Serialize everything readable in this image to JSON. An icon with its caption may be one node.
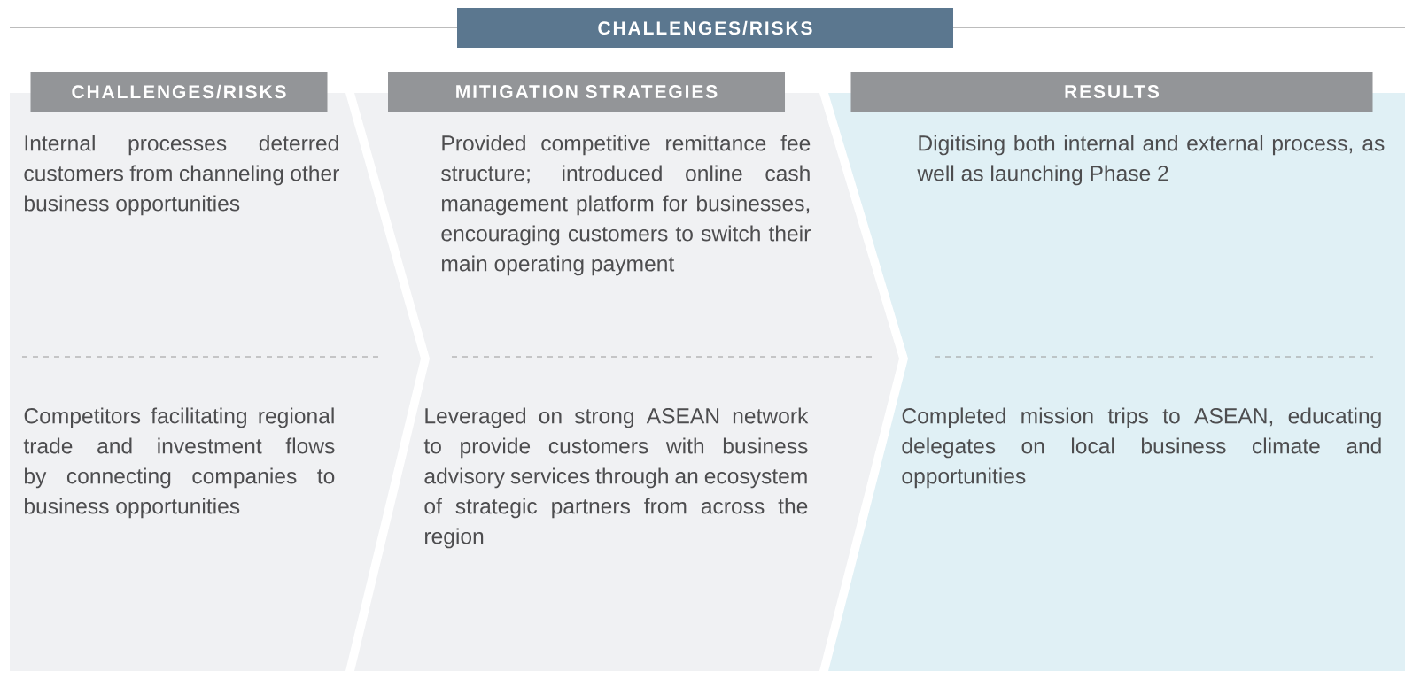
{
  "diagram": {
    "nodes": [
      {
        "text": [
          "CHALLENGES/RISKS"
        ]
      },
      {
        "text": [
          "CHALLENGES/RISKS"
        ]
      },
      {
        "text": [
          "MITIGATION STRATEGIES"
        ]
      },
      {
        "text": [
          "RESULTS"
        ]
      },
      {
        "text": [
          "Internal processes deterred customers from channeling other business opportunities"
        ]
      },
      {
        "text": [
          "Competitors facilitating regional trade and investment flows by connecting companies to business opportunities"
        ]
      },
      {
        "text": [
          "Provided competitive remittance fee structure; introduced online cash management platform for businesses, encouraging customers to switch their main operating payment"
        ]
      },
      {
        "text": [
          "Leveraged on strong ASEAN network to provide customers with business advisory services through an ecosystem of strategic partners from across the region"
        ]
      },
      {
        "text": [
          "Digitising both internal and external process, as well as launching Phase 2"
        ]
      },
      {
        "text": [
          "Completed mission trips to ASEAN, educating delegates on local business climate and opportunities"
        ]
      }
    ]
  }
}
